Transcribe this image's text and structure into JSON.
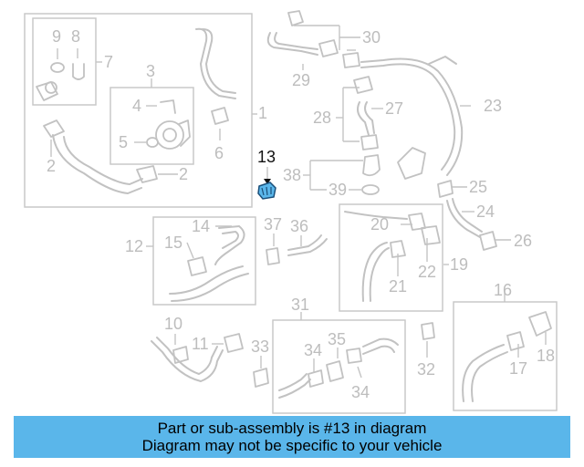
{
  "diagram": {
    "highlight_color": "#5ab6ea",
    "highlighted_part": "13",
    "callouts": {
      "c1": "1",
      "c2a": "2",
      "c2b": "2",
      "c3": "3",
      "c4": "4",
      "c5": "5",
      "c6": "6",
      "c7": "7",
      "c8": "8",
      "c9": "9",
      "c10": "10",
      "c11": "11",
      "c12": "12",
      "c13": "13",
      "c14": "14",
      "c15": "15",
      "c16": "16",
      "c17": "17",
      "c18": "18",
      "c19": "19",
      "c20": "20",
      "c21": "21",
      "c22": "22",
      "c23": "23",
      "c24": "24",
      "c25": "25",
      "c26": "26",
      "c27": "27",
      "c28": "28",
      "c29": "29",
      "c30": "30",
      "c31": "31",
      "c32": "32",
      "c33": "33",
      "c34a": "34",
      "c34b": "34",
      "c35": "35",
      "c36": "36",
      "c37": "37",
      "c38": "38",
      "c39": "39"
    }
  },
  "banner": {
    "line1": "Part or sub-assembly is #13 in diagram",
    "line2": "Diagram may not be specific to your vehicle",
    "color": "#5ab6ea"
  }
}
